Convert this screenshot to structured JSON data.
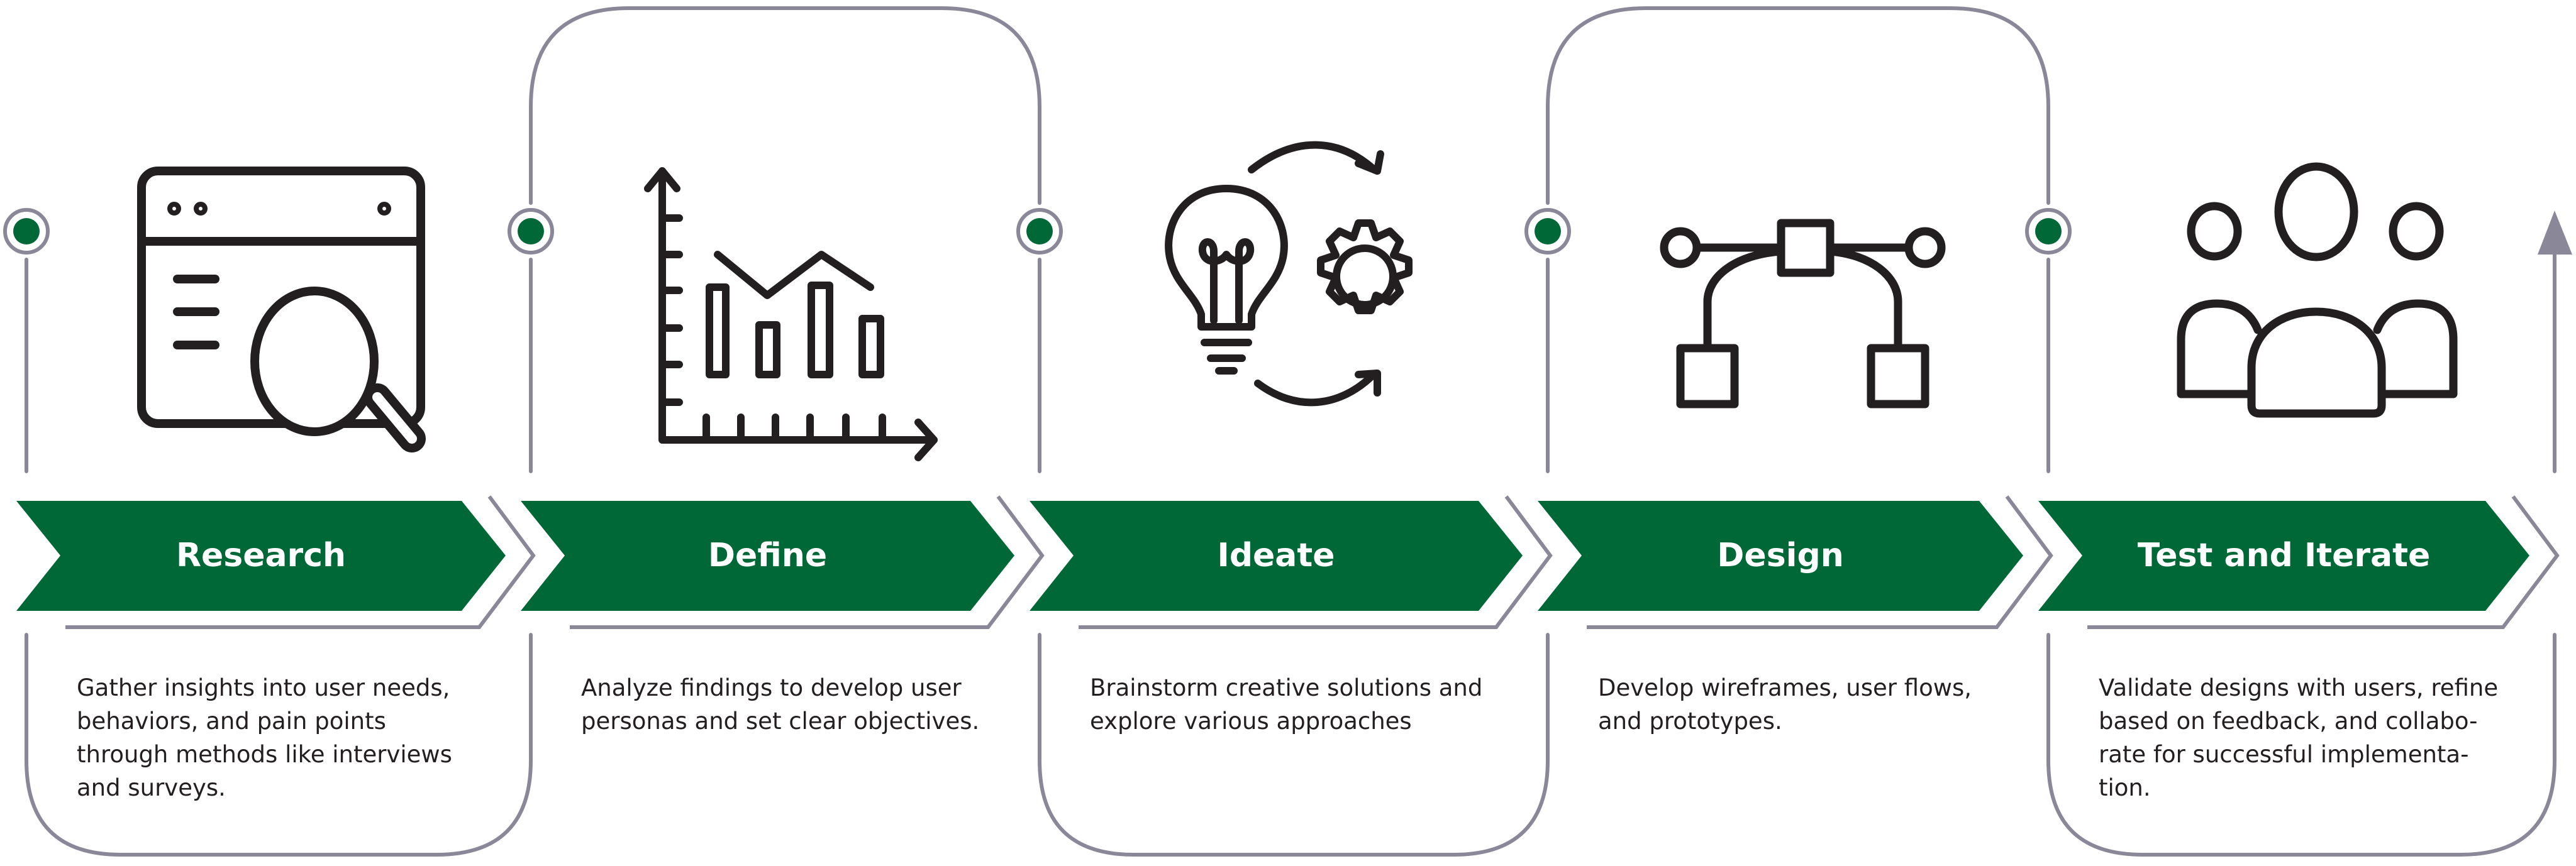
{
  "colors": {
    "accent": "#006837",
    "outline": "#8a8898",
    "icon": "#231f20"
  },
  "steps": [
    {
      "title": "Research",
      "icon": "browser-search-icon",
      "lines": [
        "Gather insights into user needs,",
        "behaviors, and pain points",
        "through methods like interviews",
        "and surveys."
      ]
    },
    {
      "title": "Define",
      "icon": "chart-icon",
      "lines": [
        "Analyze findings to develop user",
        "personas and set clear objectives."
      ]
    },
    {
      "title": "Ideate",
      "icon": "lightbulb-gear-icon",
      "lines": [
        "Brainstorm creative solutions and",
        "explore various approaches"
      ]
    },
    {
      "title": "Design",
      "icon": "bezier-pen-icon",
      "lines": [
        "Develop wireframes, user flows,",
        "and prototypes."
      ]
    },
    {
      "title": "Test and Iterate",
      "icon": "users-group-icon",
      "lines": [
        "Validate designs with users, refine",
        "based on feedback, and collabo-",
        "rate for successful implementa-",
        "tion."
      ]
    }
  ]
}
